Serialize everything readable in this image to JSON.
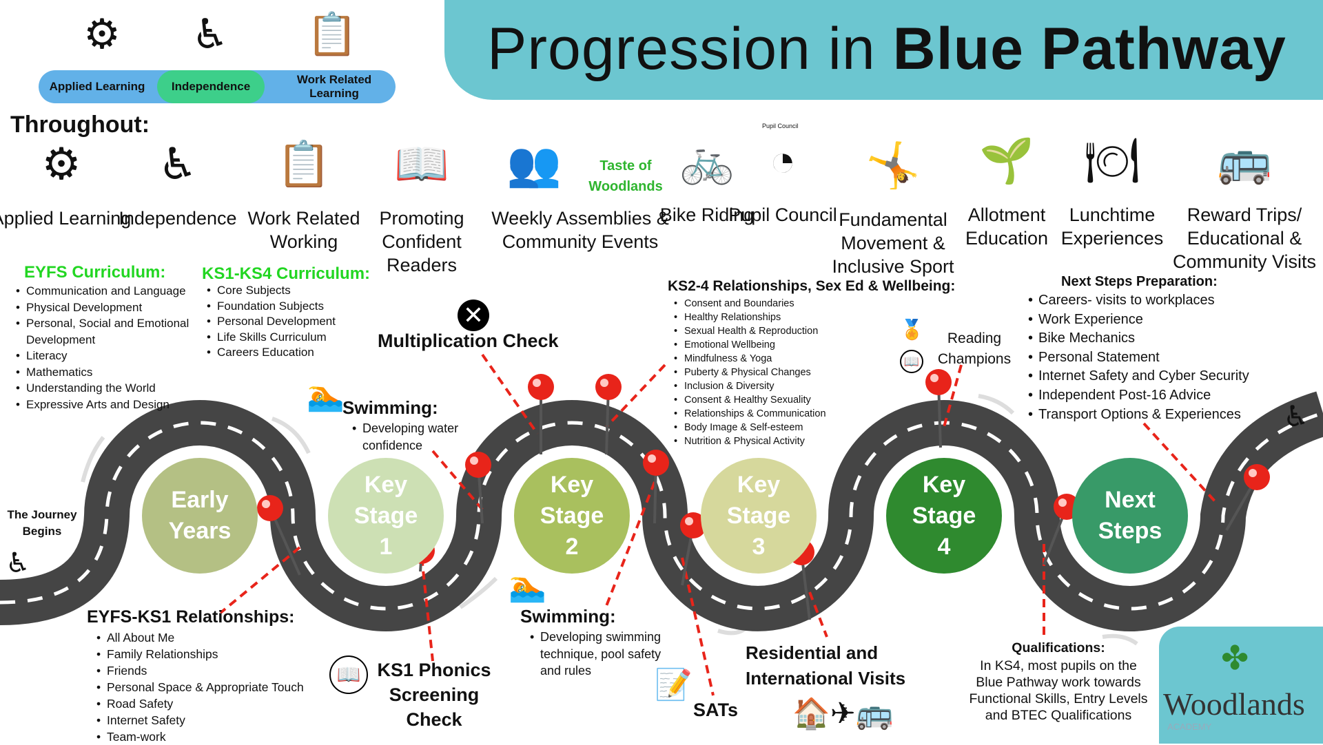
{
  "title": {
    "prefix": "Progression in ",
    "bold": "Blue Pathway"
  },
  "top_bar": [
    {
      "label": "Applied Learning",
      "icon": "gear-lightbulb-icon"
    },
    {
      "label": "Independence",
      "icon": "independence-people-icon"
    },
    {
      "label": "Work Related Learning",
      "icon": "work-document-icon"
    }
  ],
  "throughout": {
    "heading": "Throughout:",
    "items": [
      {
        "label": "Applied Learning",
        "icon": "gear-lightbulb-icon"
      },
      {
        "label": "Independence",
        "icon": "independence-people-icon"
      },
      {
        "label": "Work Related Working",
        "icon": "work-document-icon"
      },
      {
        "label": "Promoting Confident Readers",
        "icon": "book-icon"
      },
      {
        "label": "Weekly Assemblies & Community Events",
        "icon": "assembly-icon",
        "logo_text": "Taste of Woodlands"
      },
      {
        "label": "Bike Riding",
        "icon": "bike-icon"
      },
      {
        "label": "Pupil Council",
        "icon": "pupil-council-icon",
        "logo_text": "Pupil Council"
      },
      {
        "label": "Fundamental Movement & Inclusive Sport",
        "icon": "sport-icon"
      },
      {
        "label": "Allotment Education",
        "icon": "allotment-icon"
      },
      {
        "label": "Lunchtime Experiences",
        "icon": "lunchtime-icon"
      },
      {
        "label": "Reward Trips/ Educational & Community Visits",
        "icon": "bus-icon"
      }
    ]
  },
  "eyfs_curriculum": {
    "heading": "EYFS Curriculum:",
    "items": [
      "Communication and Language",
      "Physical Development",
      "Personal, Social and Emotional Development",
      "Literacy",
      "Mathematics",
      "Understanding the World",
      "Expressive Arts and Design"
    ]
  },
  "ks_curriculum": {
    "heading": "KS1-KS4 Curriculum:",
    "items": [
      "Core Subjects",
      "Foundation Subjects",
      "Personal Development",
      "Life Skills Curriculum",
      "Careers Education"
    ]
  },
  "multiplication": "Multiplication Check",
  "swimming1": {
    "heading": "Swimming:",
    "items": [
      "Developing water confidence"
    ]
  },
  "swimming2": {
    "heading": "Swimming:",
    "items": [
      "Developing swimming technique, pool safety and rules"
    ]
  },
  "rse": {
    "heading": "KS2-4 Relationships, Sex Ed & Wellbeing:",
    "items": [
      "Consent and Boundaries",
      "Healthy Relationships",
      "Sexual Health & Reproduction",
      "Emotional Wellbeing",
      "Mindfulness & Yoga",
      "Puberty & Physical Changes",
      "Inclusion & Diversity",
      "Consent & Healthy Sexuality",
      "Relationships & Communication",
      "Body Image & Self-esteem",
      "Nutrition & Physical Activity"
    ]
  },
  "reading_champions": {
    "line1": "Reading",
    "line2": "Champions"
  },
  "next_steps_prep": {
    "heading": "Next Steps Preparation:",
    "items": [
      "Careers- visits to workplaces",
      "Work Experience",
      "Bike Mechanics",
      "Personal Statement",
      "Internet Safety and Cyber Security",
      "Independent Post-16 Advice",
      "Transport Options & Experiences"
    ]
  },
  "journey": {
    "line1": "The Journey",
    "line2": "Begins"
  },
  "eyfs_ks1_rel": {
    "heading": "EYFS-KS1 Relationships:",
    "items": [
      "All About Me",
      "Family Relationships",
      "Friends",
      "Personal Space & Appropriate Touch",
      "Road Safety",
      "Internet Safety",
      "Team-work"
    ]
  },
  "phonics": {
    "line1": "KS1 Phonics",
    "line2": "Screening",
    "line3": "Check"
  },
  "sats": "SATs",
  "residential": {
    "line1": "Residential and",
    "line2": "International Visits"
  },
  "qualifications": {
    "heading": "Qualifications:",
    "text": "In KS4, most pupils on the Blue Pathway work towards Functional Skills, Entry Levels and BTEC Qualifications"
  },
  "stages": [
    {
      "l1": "Early",
      "l2": "Years",
      "l3": "",
      "color": "#b4c084"
    },
    {
      "l1": "Key",
      "l2": "Stage",
      "l3": "1",
      "color": "#cde0b4"
    },
    {
      "l1": "Key",
      "l2": "Stage",
      "l3": "2",
      "color": "#a9c05e"
    },
    {
      "l1": "Key",
      "l2": "Stage",
      "l3": "3",
      "color": "#d6d89c"
    },
    {
      "l1": "Key",
      "l2": "Stage",
      "l3": "4",
      "color": "#2f8a2f"
    },
    {
      "l1": "Next",
      "l2": "Steps",
      "l3": "",
      "color": "#389a68"
    }
  ],
  "logo": {
    "name": "Woodlands",
    "sub": "ACADEMY"
  },
  "colors": {
    "banner": "#6cc6d0",
    "pill_blue": "#62b1e8",
    "pill_green": "#3dcf8a",
    "road": "#454545",
    "pin": "#e8241a",
    "heading_green": "#22d622"
  }
}
